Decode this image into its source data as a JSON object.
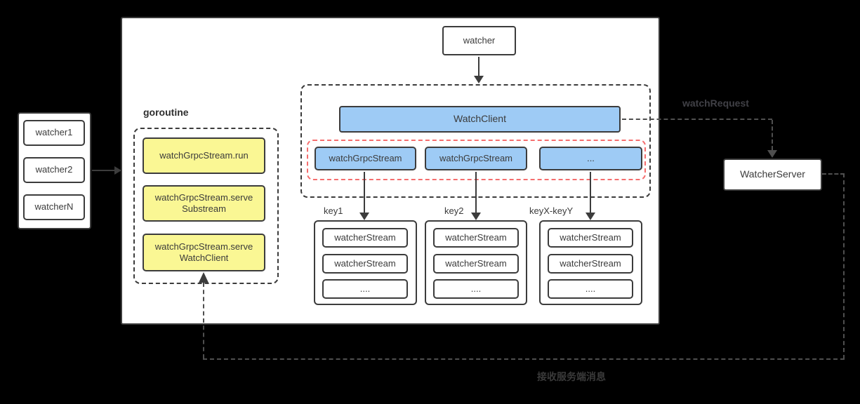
{
  "colors": {
    "background": "#000000",
    "node_blue": "#9ECBF5",
    "node_yellow": "#FAF794",
    "red_dashed_border": "#F56E6E",
    "border_dark": "#3c3c3c"
  },
  "left_group": {
    "watchers": [
      "watcher1",
      "watcher2",
      "watcherN"
    ]
  },
  "main": {
    "goroutine_label": "goroutine",
    "goroutines": [
      "watchGrpcStream.run",
      "watchGrpcStream.serve Substream",
      "watchGrpcStream.serve WatchClient"
    ],
    "watcher_label": "watcher",
    "watch_client_label": "WatchClient",
    "grpc_streams": [
      "watchGrpcStream",
      "watchGrpcStream",
      "..."
    ],
    "key_groups": [
      {
        "label": "key1",
        "rows": [
          "watcherStream",
          "watcherStream",
          "...."
        ]
      },
      {
        "label": "key2",
        "rows": [
          "watcherStream",
          "watcherStream",
          "...."
        ]
      },
      {
        "label": "keyX-keyY",
        "rows": [
          "watcherStream",
          "watcherStream",
          "...."
        ]
      }
    ]
  },
  "right": {
    "watch_request_label": "watchRequest",
    "watcher_server_label": "WatcherServer"
  },
  "bottom_label": "接收服务端消息"
}
